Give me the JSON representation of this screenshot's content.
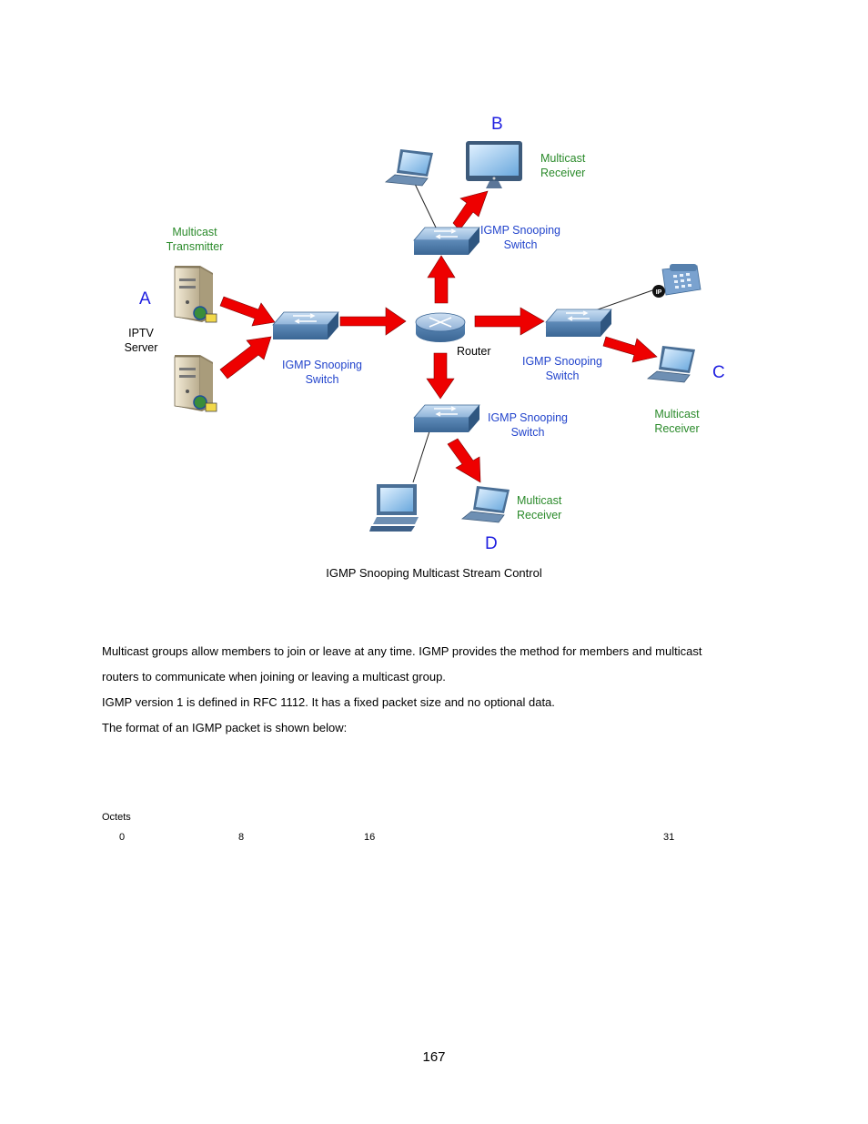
{
  "diagram": {
    "letters": {
      "a": "A",
      "b": "B",
      "c": "C",
      "d": "D"
    },
    "transmitter_label": [
      "Multicast",
      "Transmitter"
    ],
    "server_label": [
      "IPTV",
      "Server"
    ],
    "switch_label": [
      "IGMP Snooping",
      "Switch"
    ],
    "router_label": "Router",
    "receiver_label": [
      "Multicast",
      "Receiver"
    ],
    "colors": {
      "letter": "#1f1fe0",
      "green": "#2a8a2a",
      "blue_text": "#2244cc",
      "arrow": "#ee0000"
    }
  },
  "caption": "IGMP Snooping Multicast Stream Control",
  "paragraphs": [
    "Multicast groups allow members to join or leave at any time. IGMP provides the method for members and multicast",
    "routers to communicate when joining or leaving a multicast group.",
    "IGMP version 1 is defined in RFC 1112. It has a fixed packet size and no optional data.",
    "The format of an IGMP packet is shown below:"
  ],
  "octets_label": "Octets",
  "bit_positions": [
    "0",
    "8",
    "16",
    "31"
  ],
  "page_number": "167"
}
